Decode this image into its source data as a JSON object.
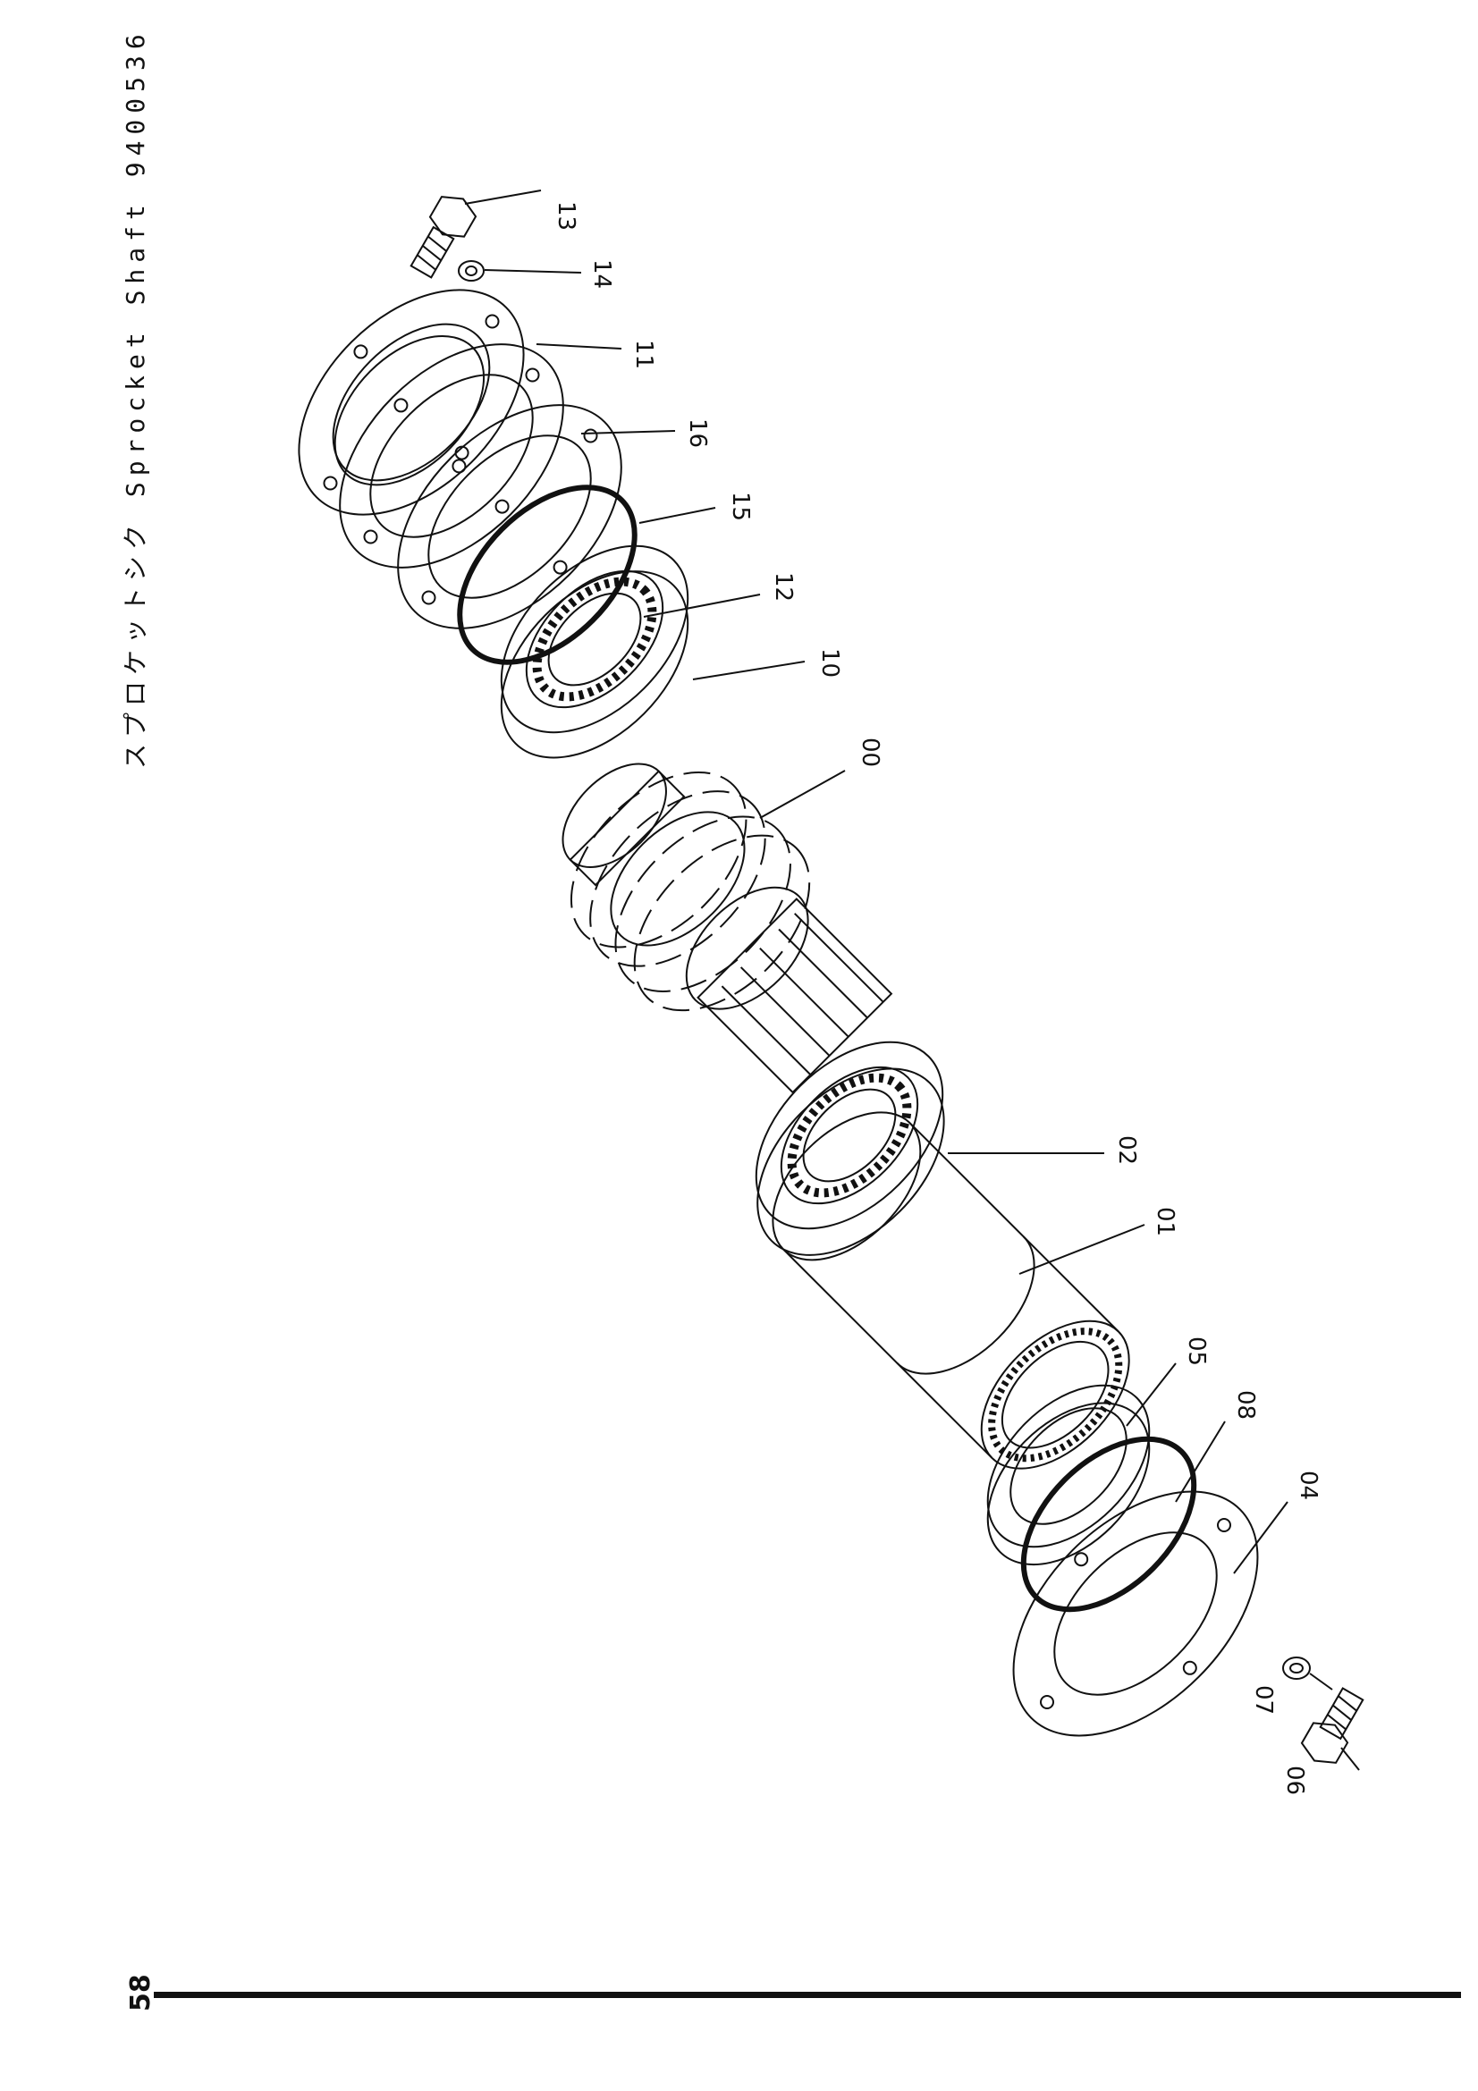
{
  "header": {
    "title": "スプロケットシク Sprocket Shaft 9400536"
  },
  "footer": {
    "page_number": "58"
  },
  "parts": {
    "p13": "13",
    "p14": "14",
    "p11": "11",
    "p16": "16",
    "p15": "15",
    "p12": "12",
    "p10": "10",
    "p00": "00",
    "p02": "02",
    "p01": "01",
    "p05": "05",
    "p08": "08",
    "p04": "04",
    "p07": "07",
    "p06": "06"
  }
}
